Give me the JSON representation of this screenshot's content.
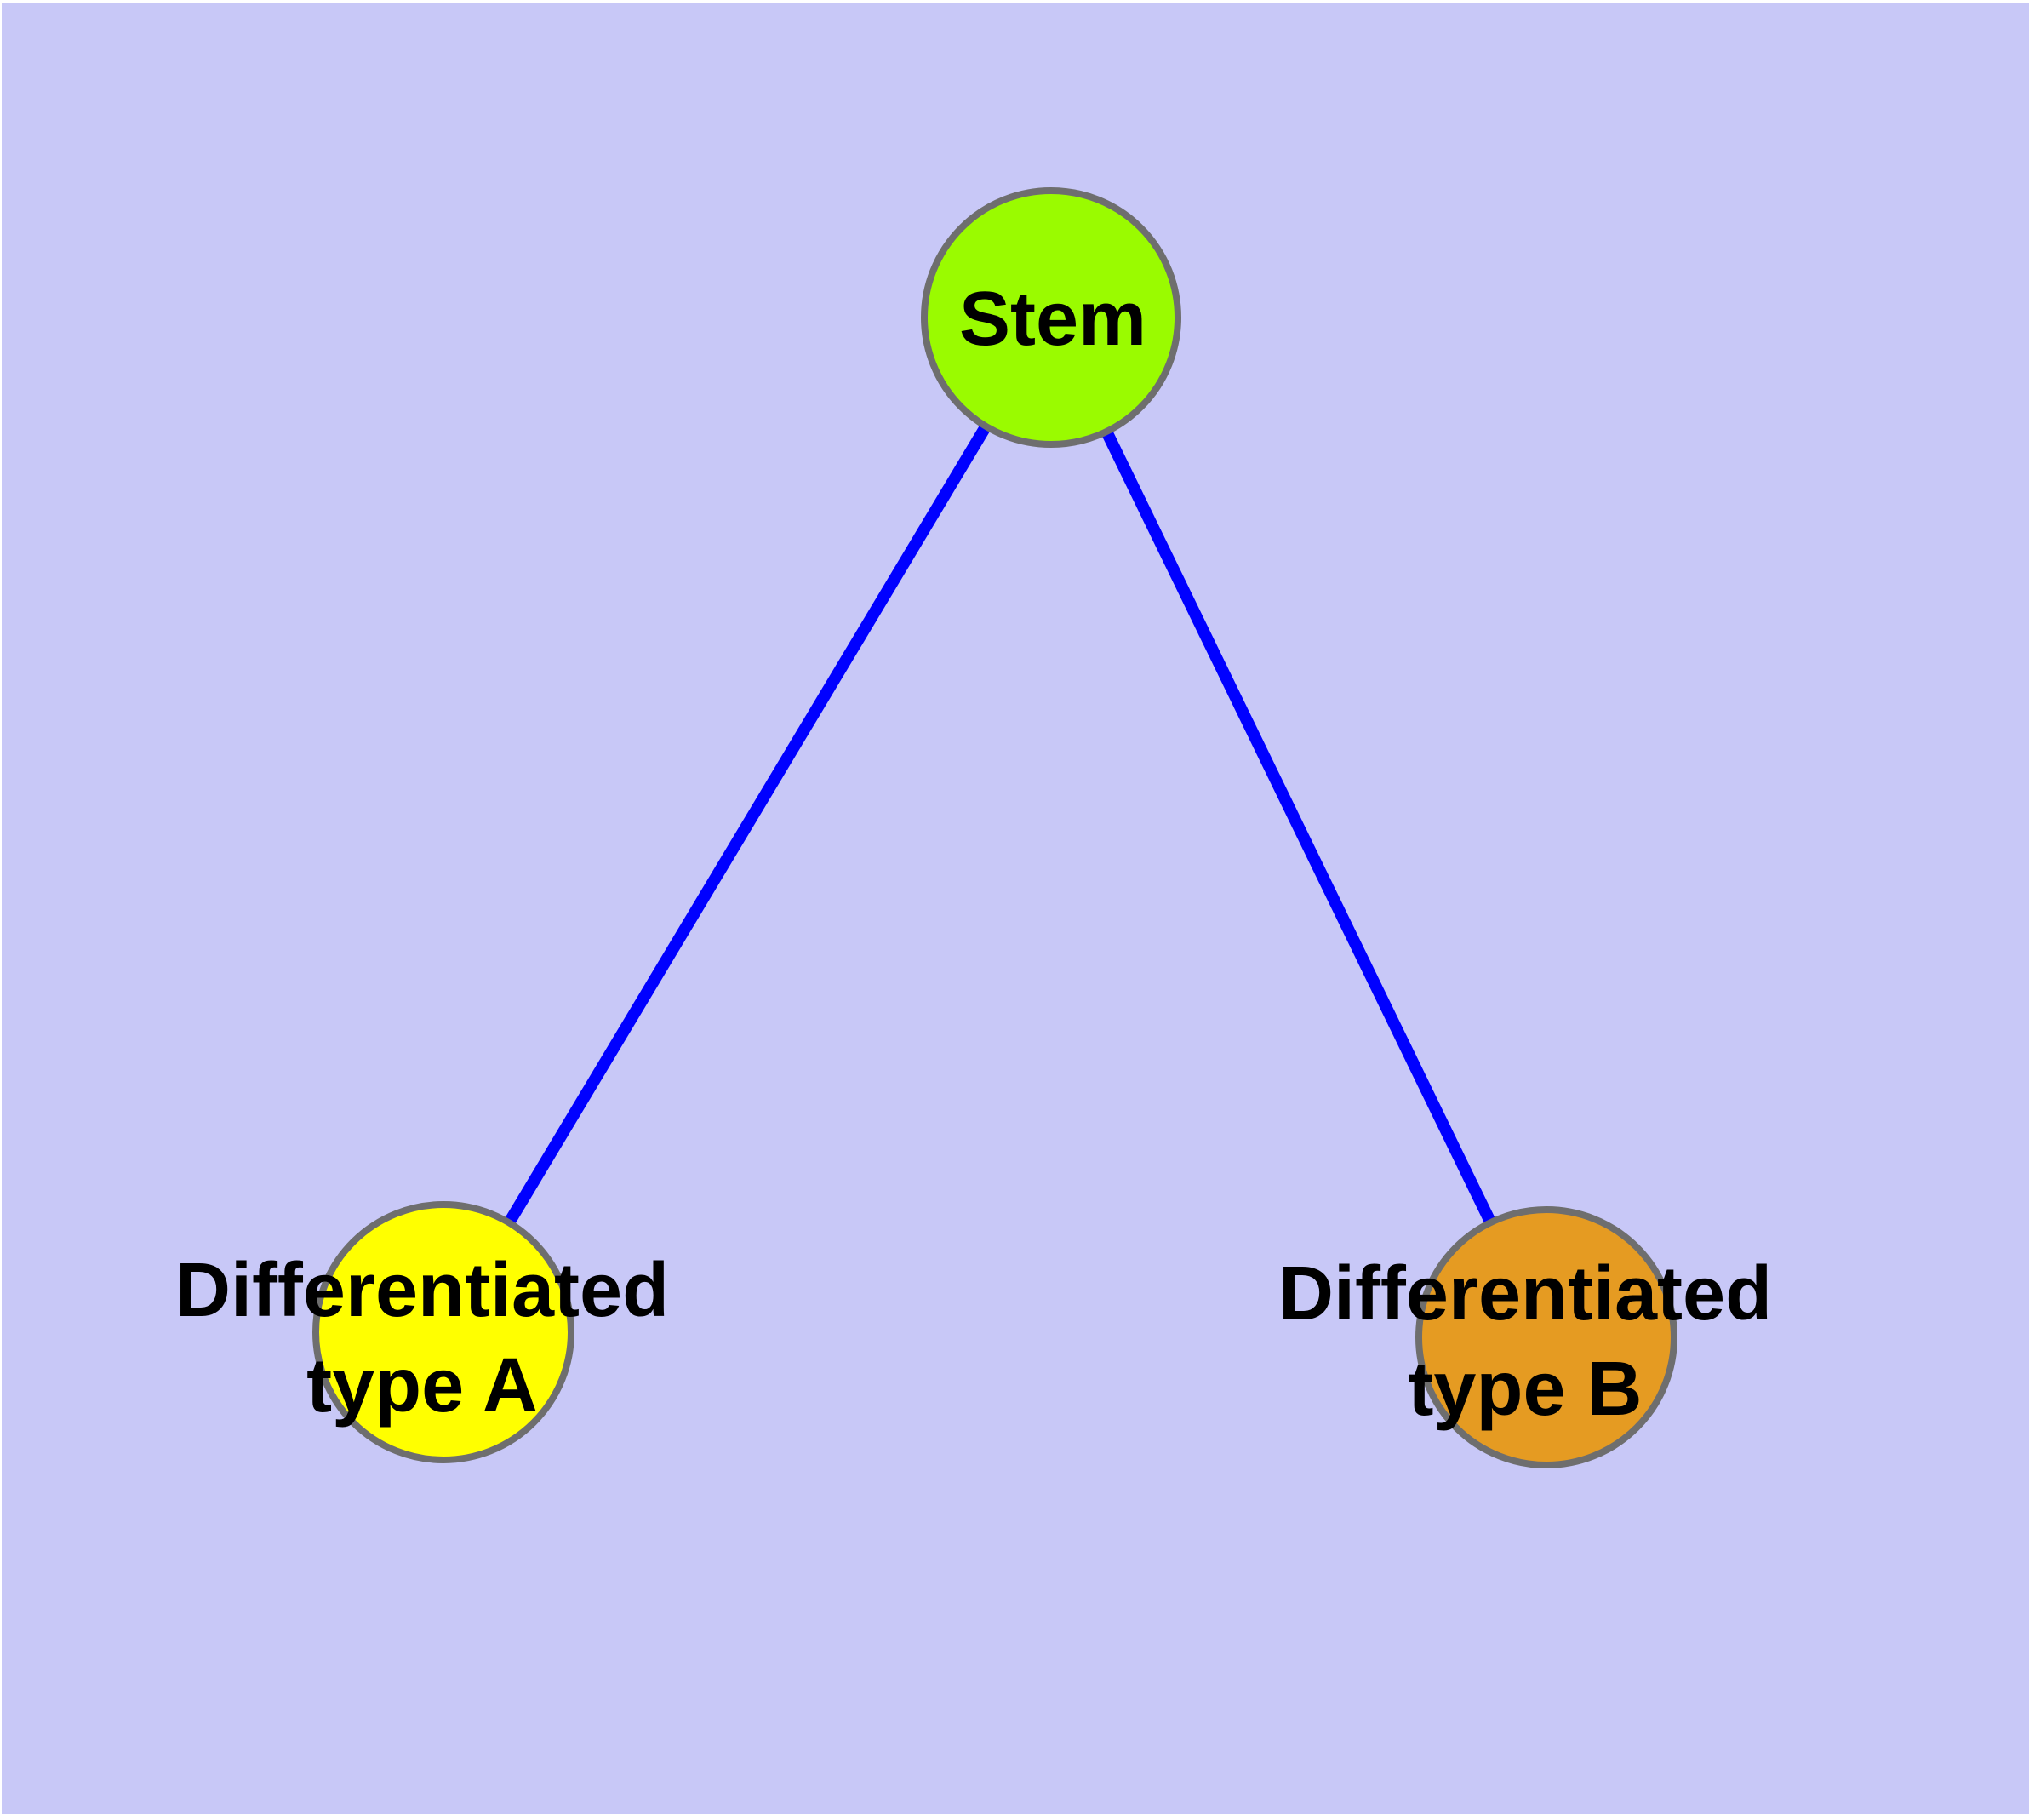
{
  "diagram": {
    "type": "graph",
    "description": "Cell differentiation hierarchy: one stem node connected to two differentiated cell type nodes"
  },
  "colors": {
    "panel_background": "#C8C8F7",
    "page_margin": "#FFFFFF",
    "edge_blue": "#0000FF",
    "node_border_gray": "#6E6E6E",
    "stem_green": "#9AFB00",
    "typeA_yellow": "#FFFF00",
    "typeB_orange": "#E59B22",
    "label_text": "#000000"
  },
  "nodes": {
    "stem": {
      "label": "Stem",
      "fill": "#9AFB00"
    },
    "typeA": {
      "line1": "Differentiated",
      "line2": "type A",
      "fill": "#FFFF00"
    },
    "typeB": {
      "line1": "Differentiated",
      "line2": "type B",
      "fill": "#E59B22"
    }
  },
  "edges": [
    {
      "from": "Stem",
      "to": "Differentiated type A",
      "color": "#0000FF"
    },
    {
      "from": "Stem",
      "to": "Differentiated type B",
      "color": "#0000FF"
    }
  ]
}
